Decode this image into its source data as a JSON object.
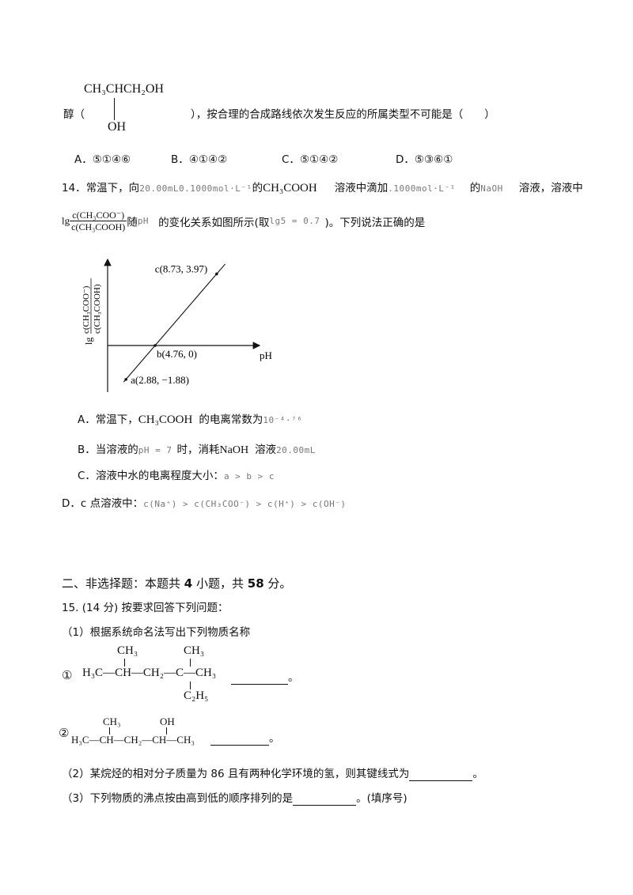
{
  "q13": {
    "formula_top": "CH₃CHCH₂OH",
    "formula_bottom": "OH",
    "prefix": "醇（",
    "suffix": "），按合理的合成路线依次发生反应的所属类型不可能是（　　）",
    "options": [
      {
        "label": "A．",
        "text": "⑤①④⑥"
      },
      {
        "label": "B．",
        "text": "④①④②"
      },
      {
        "label": "C．",
        "text": "⑤①④②"
      },
      {
        "label": "D．",
        "text": "⑤③⑥①"
      }
    ]
  },
  "q14": {
    "number": "14．",
    "t1": "常温下，向",
    "v1": "20.00mL0.1000mol·L⁻¹",
    "t2": "的",
    "acid": "CH₃COOH",
    "t3": "溶液中滴加",
    "v2": ".1000mol·L⁻¹",
    "t4": "的",
    "base": "NaOH",
    "t5": "溶液，溶液中",
    "lg": "lg",
    "frac_num": "c(CH₃COO⁻)",
    "frac_den": "c(CH₃COOH)",
    "t6": "随",
    "ph": "pH",
    "t7": "的变化关系如图所示(取",
    "lg5": "lg5 = 0.7",
    "t8": ")。下列说法正确的是",
    "options": [
      {
        "label": "A．",
        "pre": "常温下，",
        "formula": "CH₃COOH",
        "post": "的电离常数为",
        "faint": "10⁻⁴·⁷⁶"
      },
      {
        "label": "B．",
        "pre": "当溶液的",
        "faint1": "pH = 7",
        "mid": "时，消耗",
        "formula": "NaOH",
        "post": "溶液",
        "faint2": "20.00mL"
      },
      {
        "label": "C．",
        "pre": "溶液中水的电离程度大小：",
        "faint": "a > b > c"
      },
      {
        "label": "D．",
        "pre": "c 点溶液中：",
        "faint": "c(Na⁺) > c(CH₃COO⁻) > c(H⁺) > c(OH⁻)"
      }
    ]
  },
  "chart_data": {
    "type": "line",
    "xlabel": "pH",
    "ylabel_lg": "lg",
    "ylabel_num": "c(CH₃COO⁻)",
    "ylabel_den": "c(CH₃COOH)",
    "series": [
      {
        "x": [
          2.88,
          4.76,
          8.73
        ],
        "y": [
          -1.88,
          0,
          3.97
        ]
      }
    ],
    "points": [
      {
        "label": "a(2.88, −1.88)",
        "x": 2.88,
        "y": -1.88
      },
      {
        "label": "b(4.76, 0)",
        "x": 4.76,
        "y": 0
      },
      {
        "label": "c(8.73, 3.97)",
        "x": 8.73,
        "y": 3.97
      }
    ]
  },
  "section2": {
    "title_a": "二、非选择题：本题共 ",
    "title_n1": "4",
    "title_b": " 小题，共 ",
    "title_n2": "58",
    "title_c": " 分。"
  },
  "q15": {
    "header": "15. (14 分) 按要求回答下列问题：",
    "p1": "（1）根据系统命名法写出下列物质名称",
    "s1_num": "①",
    "s1_main": "H₃C—CH—CH₂—C—CH₃",
    "s1_top1": "CH₃",
    "s1_top2": "CH₃",
    "s1_bottom": "C₂H₅",
    "s1_end": "。",
    "s2_num": "②",
    "s2_main": "H₃C—CH—CH₂—CH—CH₃",
    "s2_top1": "CH₃",
    "s2_top2": "OH",
    "s2_end": "。",
    "p2_a": "（2）某烷烃的相对分子质量为 ",
    "p2_n": "86",
    "p2_b": " 且有两种化学环境的氢，则其键线式为",
    "p2_end": "。",
    "p3_a": "（3）下列物质的沸点按由高到低的顺序排列的是",
    "p3_end": "。(填序号)"
  }
}
